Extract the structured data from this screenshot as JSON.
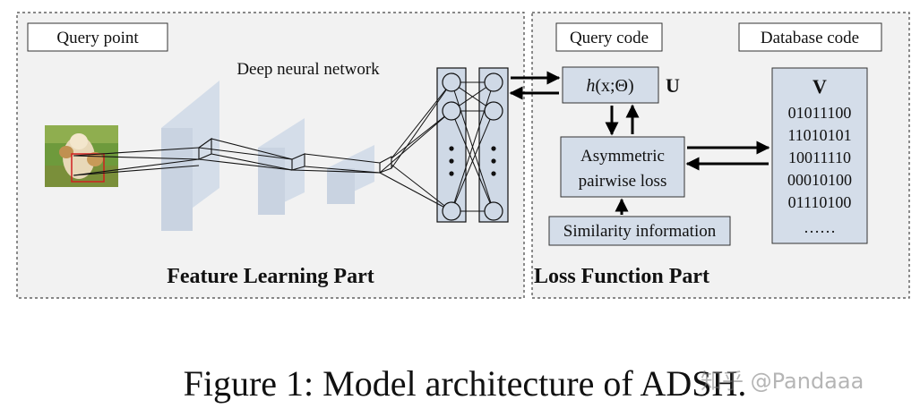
{
  "feature_part": {
    "query_point_label": "Query point",
    "network_label": "Deep neural network",
    "title": "Feature Learning Part"
  },
  "loss_part": {
    "query_code_label": "Query code",
    "database_code_label": "Database code",
    "hash_function": "h(x;Θ)",
    "hash_func_name": "h",
    "hash_func_args": "(x;Θ)",
    "u_label": "U",
    "loss_line1": "Asymmetric",
    "loss_line2": "pairwise loss",
    "similarity_label": "Similarity information",
    "v_label": "V",
    "codes": [
      "01011100",
      "11010101",
      "10011110",
      "00010100",
      "01110100",
      "……"
    ],
    "title": "Loss Function Part"
  },
  "caption": "Figure 1: Model architecture of ADSH.",
  "watermark": "知乎 @Pandaaa",
  "colors": {
    "panel_bg": "#f2f2f2",
    "block_fill": "#d4dde9",
    "node_fill": "#cfd9e6",
    "dashed_border": "#444444"
  }
}
